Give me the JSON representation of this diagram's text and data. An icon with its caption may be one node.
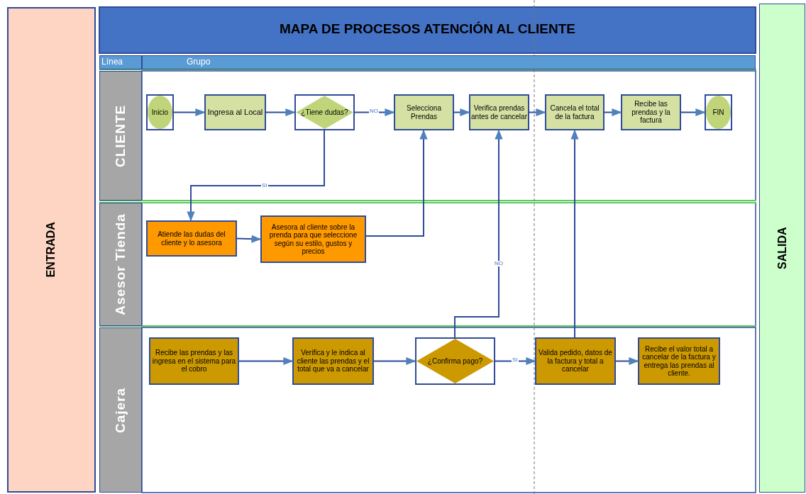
{
  "diagram": {
    "title": "MAPA DE PROCESOS ATENCIÓN AL CLIENTE",
    "nodes": [
      {
        "text": [
          "ENTRADA"
        ]
      },
      {
        "text": [
          "Línea"
        ]
      },
      {
        "text": [
          "Grupo"
        ]
      },
      {
        "text": [
          "CLIENTE"
        ]
      },
      {
        "text": [
          "Inicio"
        ]
      },
      {
        "text": [
          "Ingresa al Local"
        ]
      },
      {
        "text": [
          "¿Tiene dudas?"
        ]
      },
      {
        "text": [
          "Selecciona Prendas"
        ]
      },
      {
        "text": [
          "Verifica prendas antes de cancelar"
        ]
      },
      {
        "text": [
          "Cancela el total de la factura"
        ]
      },
      {
        "text": [
          "Recibe las prendas y la factura"
        ]
      },
      {
        "text": [
          "FIN"
        ]
      },
      {
        "text": [
          "Asesor Tienda"
        ]
      },
      {
        "text": [
          "Atiende las dudas del cliente y lo asesora"
        ]
      },
      {
        "text": [
          "Asesora al cliente sobre la prenda para que seleccione según su estilo, gustos y precios"
        ]
      },
      {
        "text": [
          "Cajera"
        ]
      },
      {
        "text": [
          "Recibe las prendas y las ingresa en el sistema para el cobro"
        ]
      },
      {
        "text": [
          "Verifica y le indica al cliente las prendas y el total que va a cancelar"
        ]
      },
      {
        "text": [
          "¿Confirma pago?"
        ]
      },
      {
        "text": [
          "Valida pedido, datos de la factura y total a cancelar"
        ]
      },
      {
        "text": [
          "Recibe el valor total a cancelar de la factura y entrega las prendas al cliente."
        ]
      },
      {
        "text": [
          "SALIDA"
        ]
      }
    ],
    "edges": [
      {
        "from": 4,
        "to": 5,
        "arrow": "to"
      },
      {
        "from": 5,
        "to": 6,
        "arrow": "to"
      },
      {
        "from": 6,
        "to": 7,
        "arrow": "to",
        "label": "NO"
      },
      {
        "from": 6,
        "to": 13,
        "arrow": "to",
        "label": "SI"
      },
      {
        "from": 13,
        "to": 14,
        "arrow": "to"
      },
      {
        "from": 14,
        "to": 7,
        "arrow": "to"
      },
      {
        "from": 7,
        "to": 8,
        "arrow": "to"
      },
      {
        "from": 8,
        "to": 9,
        "arrow": "to"
      },
      {
        "from": 9,
        "to": 10,
        "arrow": "to"
      },
      {
        "from": 10,
        "to": 11,
        "arrow": "to"
      },
      {
        "from": 16,
        "to": 17,
        "arrow": "to"
      },
      {
        "from": 17,
        "to": 18,
        "arrow": "to"
      },
      {
        "from": 18,
        "to": 19,
        "arrow": "to",
        "label": "SI"
      },
      {
        "from": 19,
        "to": 20,
        "arrow": "to"
      },
      {
        "from": 18,
        "to": 8,
        "arrow": "to",
        "label": "NO"
      },
      {
        "from": 19,
        "to": 9,
        "arrow": "to"
      }
    ]
  }
}
